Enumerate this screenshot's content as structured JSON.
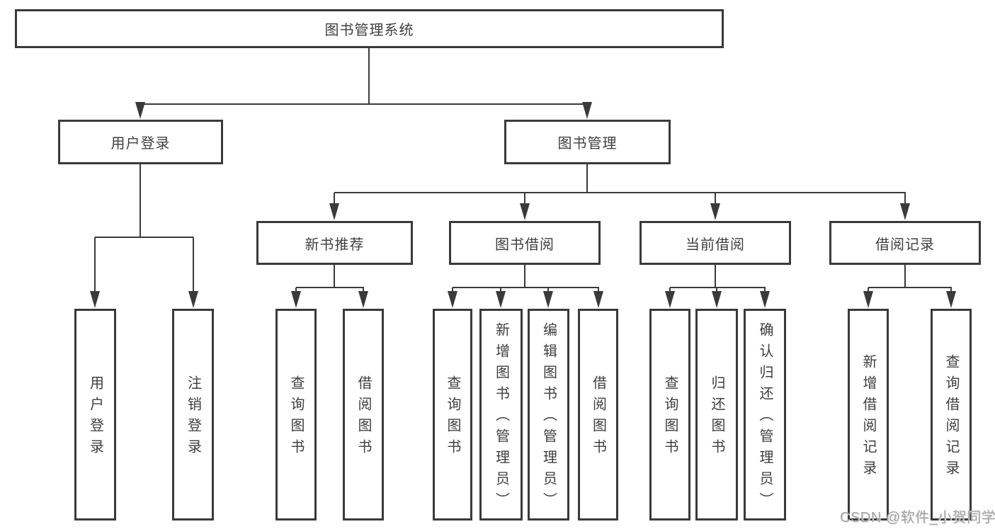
{
  "diagram": {
    "title": "图书管理系统",
    "type": "functional-structure-tree"
  },
  "nodes": {
    "root": {
      "label": "图书管理系统"
    },
    "user_login": {
      "label": "用户登录"
    },
    "book_mgmt": {
      "label": "图书管理"
    },
    "user_login_action": {
      "label": "用户登录"
    },
    "logout_action": {
      "label": "注销登录"
    },
    "new_book_rec": {
      "label": "新书推荐"
    },
    "book_borrow": {
      "label": "图书借阅"
    },
    "current_borrow": {
      "label": "当前借阅"
    },
    "borrow_records": {
      "label": "借阅记录"
    },
    "nbr_query": {
      "label": "查询图书"
    },
    "nbr_borrow": {
      "label": "借阅图书"
    },
    "bb_query": {
      "label": "查询图书"
    },
    "bb_add": {
      "label": "新增图书（管理员）"
    },
    "bb_edit": {
      "label": "编辑图书（管理员）"
    },
    "bb_borrow": {
      "label": "借阅图书"
    },
    "cb_query": {
      "label": "查询图书"
    },
    "cb_return": {
      "label": "归还图书"
    },
    "cb_confirm": {
      "label": "确认归还（管理员）"
    },
    "br_add": {
      "label": "新增借阅记录"
    },
    "br_query": {
      "label": "查询借阅记录"
    }
  },
  "hierarchy": {
    "root": [
      "user_login",
      "book_mgmt"
    ],
    "user_login": [
      "user_login_action",
      "logout_action"
    ],
    "book_mgmt": [
      "new_book_rec",
      "book_borrow",
      "current_borrow",
      "borrow_records"
    ],
    "new_book_rec": [
      "nbr_query",
      "nbr_borrow"
    ],
    "book_borrow": [
      "bb_query",
      "bb_add",
      "bb_edit",
      "bb_borrow"
    ],
    "current_borrow": [
      "cb_query",
      "cb_return",
      "cb_confirm"
    ],
    "borrow_records": [
      "br_add",
      "br_query"
    ]
  },
  "watermark": {
    "text": "CSDN @软件_小贺同学"
  },
  "colors": {
    "line": "#3a3a3a",
    "text": "#3f3f3f",
    "background": "#ffffff",
    "watermark": "#a6a6a6"
  }
}
